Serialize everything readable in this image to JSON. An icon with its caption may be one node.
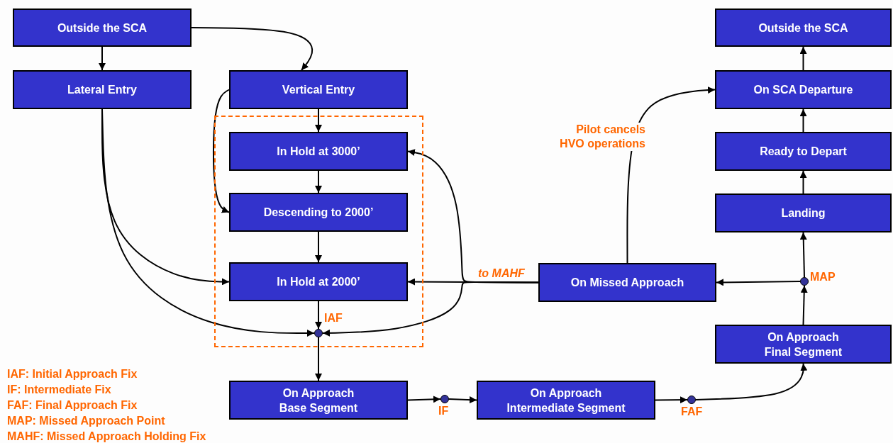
{
  "diagram": {
    "nodes": [
      {
        "text": [
          "Outside the SCA"
        ]
      },
      {
        "text": [
          "Lateral Entry"
        ]
      },
      {
        "text": [
          "Vertical Entry"
        ]
      },
      {
        "text": [],
        "shape": "box"
      },
      {
        "text": [
          "In Hold at 3000’"
        ],
        "in": 3
      },
      {
        "text": [
          "Descending to 2000’"
        ],
        "in": 3
      },
      {
        "text": [
          "In Hold at 2000’"
        ],
        "in": 3
      },
      {
        "text": [],
        "shape": "circle",
        "beside": [
          "IAF"
        ],
        "in": 3
      },
      {
        "text": [
          "On Approach Base Segment"
        ]
      },
      {
        "text": [],
        "shape": "circle",
        "beside": [
          "IF"
        ]
      },
      {
        "text": [
          "On Approach Intermediate Segment"
        ]
      },
      {
        "text": [],
        "shape": "circle",
        "beside": [
          "FAF"
        ]
      },
      {
        "text": [
          "Outside the SCA"
        ]
      },
      {
        "text": [
          "On SCA Departure"
        ]
      },
      {
        "text": [
          "Ready to Depart"
        ]
      },
      {
        "text": [
          "Landing"
        ]
      },
      {
        "text": [],
        "shape": "circle",
        "beside": [
          "MAP"
        ]
      },
      {
        "text": [
          "On Missed Approach"
        ]
      },
      {
        "text": [
          "On Approach Final Segment"
        ]
      }
    ],
    "edges": [
      {
        "from": 0,
        "to": 1,
        "arrow": "to"
      },
      {
        "from": 0,
        "to": 2,
        "arrow": "to"
      },
      {
        "from": 2,
        "to": 5,
        "arrow": "to"
      },
      {
        "from": 2,
        "to": 4,
        "arrow": "to"
      },
      {
        "from": 4,
        "to": 5,
        "arrow": "to"
      },
      {
        "from": 5,
        "to": 6,
        "arrow": "to"
      },
      {
        "from": 1,
        "to": 6,
        "arrow": "to"
      },
      {
        "from": 1,
        "to": 7,
        "arrow": "to"
      },
      {
        "from": 6,
        "to": 7,
        "arrow": "to"
      },
      {
        "from": 7,
        "to": 8,
        "arrow": "to"
      },
      {
        "from": 8,
        "to": 9,
        "arrow": "to"
      },
      {
        "from": 9,
        "to": 10,
        "arrow": "to"
      },
      {
        "from": 10,
        "to": 11,
        "arrow": "to"
      },
      {
        "from": 11,
        "to": 18,
        "arrow": "to"
      },
      {
        "from": 18,
        "to": 16,
        "arrow": "to"
      },
      {
        "from": 16,
        "to": 15,
        "arrow": "to"
      },
      {
        "from": 15,
        "to": 14,
        "arrow": "to"
      },
      {
        "from": 14,
        "to": 13,
        "arrow": "to"
      },
      {
        "from": 13,
        "to": 12,
        "arrow": "to"
      },
      {
        "from": 16,
        "to": 17,
        "arrow": "to"
      },
      {
        "from": 17,
        "to": 6,
        "arrow": "to",
        "label": "to MAHF"
      },
      {
        "from": 17,
        "to": 4,
        "arrow": "to"
      },
      {
        "from": 17,
        "to": 7,
        "arrow": "to"
      },
      {
        "from": 17,
        "to": 13,
        "arrow": "to",
        "label": "Pilot cancels HVO operations"
      }
    ],
    "labels": [
      "IAF: Initial Approach Fix",
      "IF: Intermediate Fix",
      "FAF: Final Approach Fix",
      "MAP: Missed Approach Point",
      "MAHF: Missed Approach Holding Fix"
    ]
  }
}
